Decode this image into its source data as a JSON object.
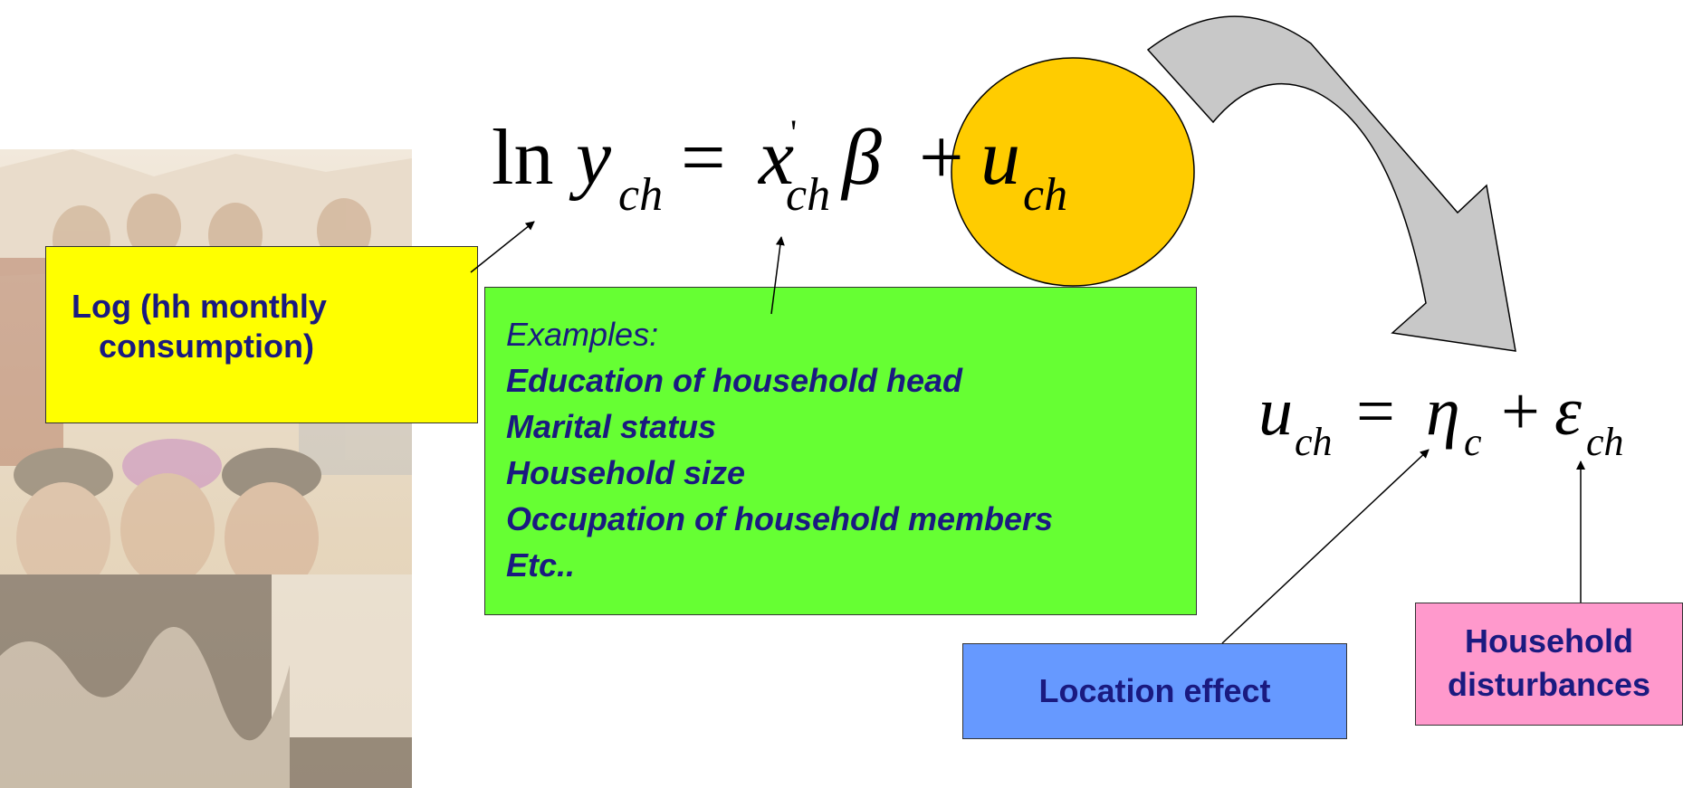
{
  "equation_main": {
    "ln": "ln",
    "y": "y",
    "y_sub": "ch",
    "eq": "=",
    "x": "x",
    "x_sup": "'",
    "x_sub": "ch",
    "beta": "β",
    "plus": "+",
    "u": "u",
    "u_sub": "ch"
  },
  "equation_decomp": {
    "u": "u",
    "u_sub": "ch",
    "eq": "=",
    "eta": "η",
    "eta_sub": "c",
    "plus": "+",
    "eps": "ε",
    "eps_sub": "ch"
  },
  "log_box": {
    "line1": "Log (hh monthly",
    "line2": "consumption)"
  },
  "examples_box": {
    "label": "Examples:",
    "items": [
      "Education of household head",
      "Marital status",
      "Household size",
      "Occupation of household members",
      "Etc.."
    ]
  },
  "location_box": {
    "label": "Location effect"
  },
  "household_box": {
    "line1": "Household",
    "line2": "disturbances"
  },
  "colors": {
    "yellow": "#ffff00",
    "green": "#66ff33",
    "blue": "#6699ff",
    "pink": "#ff99cc",
    "circle": "#ffcc00",
    "curved_arrow": "#c8c8c8",
    "text": "#1a1a80"
  }
}
